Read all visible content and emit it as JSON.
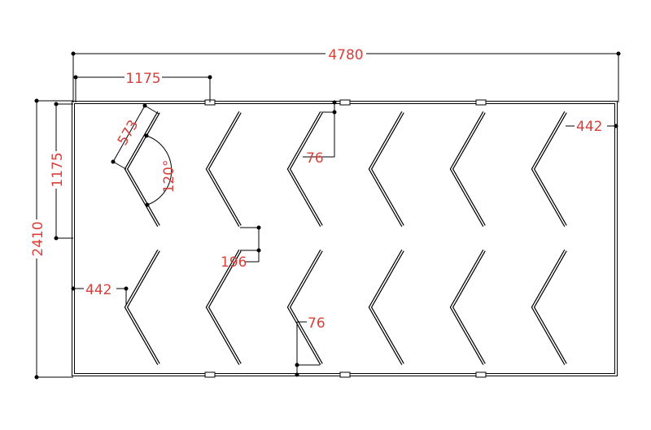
{
  "dimensions": {
    "overall_width": "4780",
    "overall_height": "2410",
    "module_spacing_x": "1175",
    "module_spacing_y": "1175",
    "blade_length": "573",
    "bend_angle": "120°",
    "gap_top_right": "76",
    "gap_bottom_middle": "76",
    "row_gap": "196",
    "edge_offset_right": "442",
    "edge_offset_left": "442"
  },
  "layout": {
    "columns": 6,
    "rows": 2
  },
  "colors": {
    "dimension_text": "#d8403a",
    "lines": "#000000"
  }
}
